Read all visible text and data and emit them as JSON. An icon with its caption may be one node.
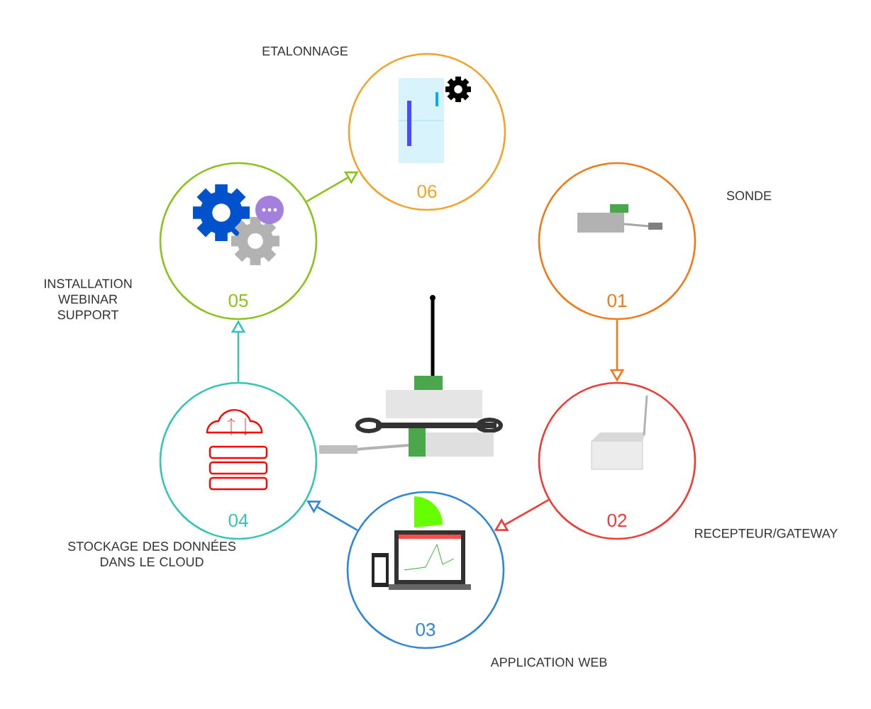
{
  "diagram": {
    "nodes": [
      {
        "text": [
          "01"
        ],
        "beside": [
          "SONDE"
        ]
      },
      {
        "text": [
          "02"
        ],
        "beside": [
          "RECEPTEUR/GATEWAY"
        ]
      },
      {
        "text": [
          "03"
        ],
        "beside": [
          "APPLICATION WEB"
        ]
      },
      {
        "text": [
          "04"
        ],
        "beside": [
          "STOCKAGE DES DONNÉES DANS LE CLOUD"
        ]
      },
      {
        "text": [
          "05"
        ],
        "beside": [
          "INSTALLATION WEBINAR SUPPORT"
        ]
      },
      {
        "text": [
          "06"
        ],
        "beside": [
          "ETALONNAGE"
        ]
      }
    ],
    "edges": [
      {
        "from": 0,
        "to": 1,
        "arrow": "to",
        "color": "#f07a1a"
      },
      {
        "from": 1,
        "to": 2,
        "arrow": "to",
        "color": "#ee3b36"
      },
      {
        "from": 2,
        "to": 3,
        "arrow": "to",
        "color": "#2f86d6"
      },
      {
        "from": 3,
        "to": 4,
        "arrow": "to",
        "color": "#36c4b4"
      },
      {
        "from": 4,
        "to": 5,
        "arrow": "to",
        "color": "#8cc21c"
      }
    ]
  }
}
